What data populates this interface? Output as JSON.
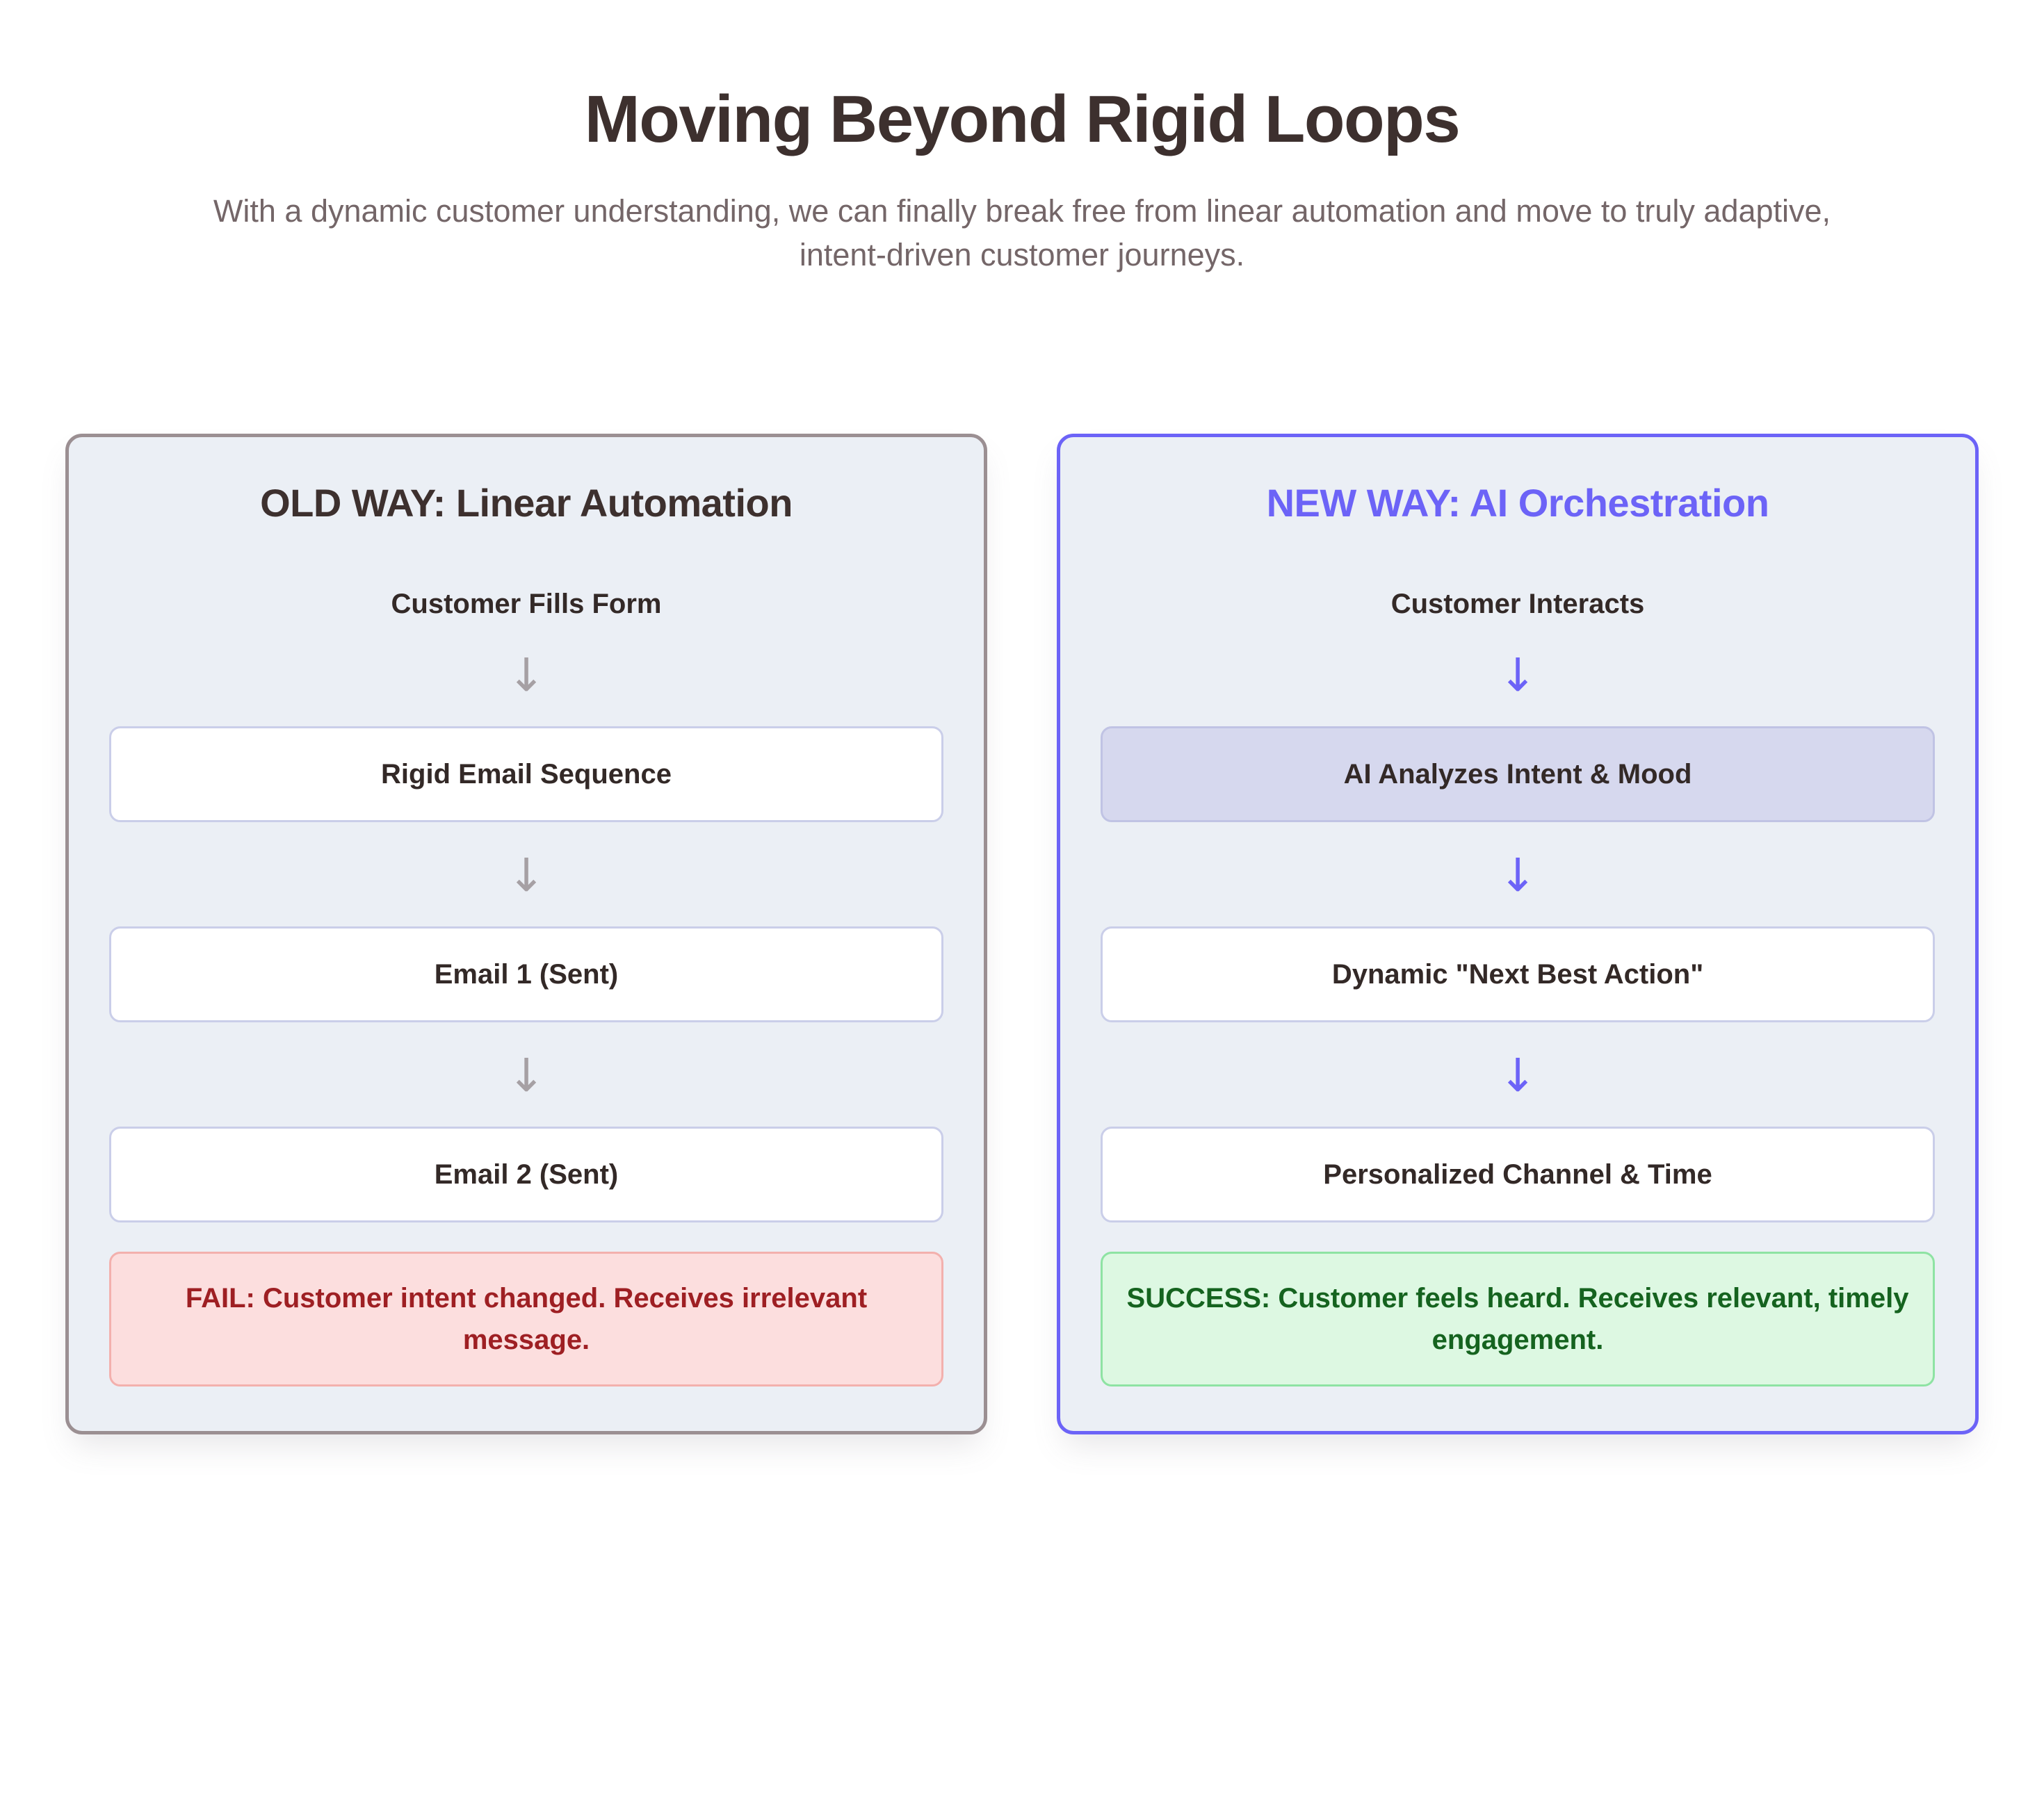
{
  "header": {
    "title": "Moving Beyond Rigid Loops",
    "subtitle": "With a dynamic customer understanding, we can finally break free from linear automation and move to truly adaptive, intent-driven customer journeys."
  },
  "colors": {
    "title_text": "#3d302e",
    "subtitle_text": "#746668",
    "panel_background": "#ebeff5",
    "old_border": "#9b8f92",
    "new_border": "#6c63f7",
    "new_accent": "#6c63f7",
    "node_border": "#cacee9",
    "highlight_fill": "#d6d8ee",
    "arrow_grey": "#a6a0a4",
    "fail_bg": "#fcdede",
    "fail_border": "#f3b0ad",
    "fail_text": "#9e1f23",
    "success_bg": "#ddf8e2",
    "success_border": "#8ee3a3",
    "success_text": "#15631f"
  },
  "panels": [
    {
      "id": "old-way",
      "title": "OLD WAY: Linear Automation",
      "entry_label": "Customer Fills Form",
      "arrow_glyph": "↓",
      "arrow_style": "grey",
      "nodes": [
        {
          "label": "Rigid Email Sequence",
          "highlight": false
        },
        {
          "label": "Email 1 (Sent)",
          "highlight": false
        },
        {
          "label": "Email 2 (Sent)",
          "highlight": false
        }
      ],
      "outcome": {
        "kind": "fail",
        "tag": "FAIL:",
        "text": " Customer intent changed. Receives irrelevant message."
      }
    },
    {
      "id": "new-way",
      "title": "NEW WAY: AI Orchestration",
      "entry_label": "Customer Interacts",
      "arrow_glyph": "↓",
      "arrow_style": "indigo",
      "nodes": [
        {
          "label": "AI Analyzes Intent & Mood",
          "highlight": true
        },
        {
          "label": "Dynamic \"Next Best Action\"",
          "highlight": false
        },
        {
          "label": "Personalized Channel & Time",
          "highlight": false
        }
      ],
      "outcome": {
        "kind": "success",
        "tag": "SUCCESS:",
        "text": " Customer feels heard. Receives relevant, timely engagement."
      }
    }
  ]
}
